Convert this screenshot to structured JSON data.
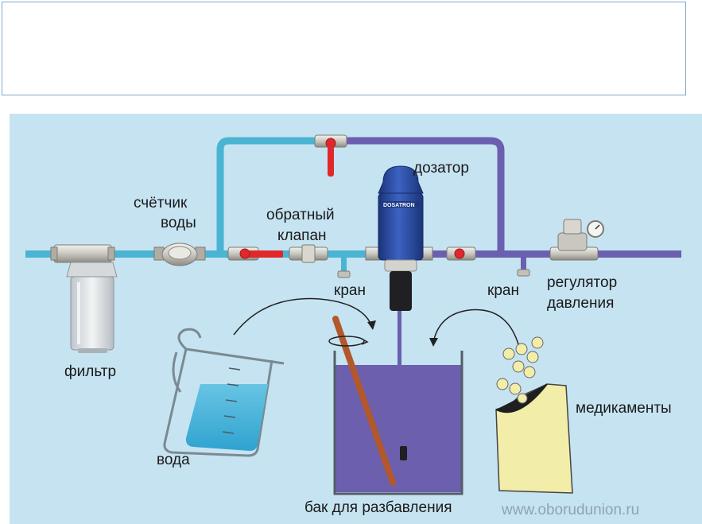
{
  "labels": {
    "meter_line1": "счётчик",
    "meter_line2": "воды",
    "check_valve_line1": "обратный",
    "check_valve_line2": "клапан",
    "dosator": "дозатор",
    "tap_left": "кран",
    "tap_right": "кран",
    "regulator_line1": "регулятор",
    "regulator_line2": "давления",
    "filter": "фильтр",
    "water": "вода",
    "medications": "медикаменты",
    "tank": "бак для разбавления"
  },
  "watermark": "www.oborudunion.ru",
  "dosator_brand": "DOSATRON",
  "colors": {
    "background": "#c6e3f1",
    "water_pipe": "#4ab4d2",
    "treated_pipe": "#6a5fb0",
    "valve_red": "#e0282c",
    "tank_liquid": "#6b5fae",
    "dosator_blue": "#24469c",
    "pill_yellow": "#f3edaa"
  }
}
